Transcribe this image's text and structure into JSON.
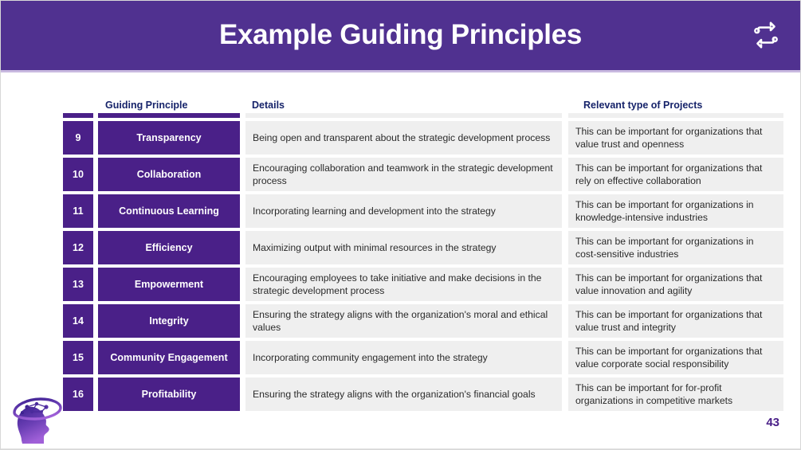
{
  "slide": {
    "title": "Example Guiding Principles",
    "page_number": "43",
    "brand_purple": "#4A2088",
    "banner_purple": "#503190",
    "header_text_color": "#16236a",
    "row_bg": "#efefef",
    "banner_icon": "recycle-loop-icon",
    "logo": "brain-network-head-logo"
  },
  "table": {
    "headers": {
      "number": "",
      "principle": "Guiding Principle",
      "details": "Details",
      "projects": "Relevant type of Projects"
    },
    "rows": [
      {
        "number": "9",
        "principle": "Transparency",
        "details": "Being open and transparent about the strategic development process",
        "projects": "This can be important for organizations that value trust and openness"
      },
      {
        "number": "10",
        "principle": "Collaboration",
        "details": "Encouraging collaboration and teamwork in the strategic development process",
        "projects": "This can be important for organizations that rely on effective collaboration"
      },
      {
        "number": "11",
        "principle": "Continuous Learning",
        "details": "Incorporating learning and development into the strategy",
        "projects": "This can be important for organizations in knowledge-intensive industries"
      },
      {
        "number": "12",
        "principle": "Efficiency",
        "details": "Maximizing output with minimal resources in the strategy",
        "projects": "This can be important for organizations in cost-sensitive industries"
      },
      {
        "number": "13",
        "principle": "Empowerment",
        "details": "Encouraging employees to take initiative and make decisions in the strategic development process",
        "projects": "This can be important for organizations that value innovation and agility"
      },
      {
        "number": "14",
        "principle": "Integrity",
        "details": "Ensuring the strategy aligns with the organization's moral and ethical values",
        "projects": "This can be important for organizations that value trust and integrity"
      },
      {
        "number": "15",
        "principle": "Community Engagement",
        "details": "Incorporating community engagement into the strategy",
        "projects": "This can be important for organizations that value corporate social responsibility"
      },
      {
        "number": "16",
        "principle": "Profitability",
        "details": "Ensuring the strategy aligns with the organization's financial goals",
        "projects": "This can be important for for-profit organizations in competitive markets"
      }
    ]
  }
}
